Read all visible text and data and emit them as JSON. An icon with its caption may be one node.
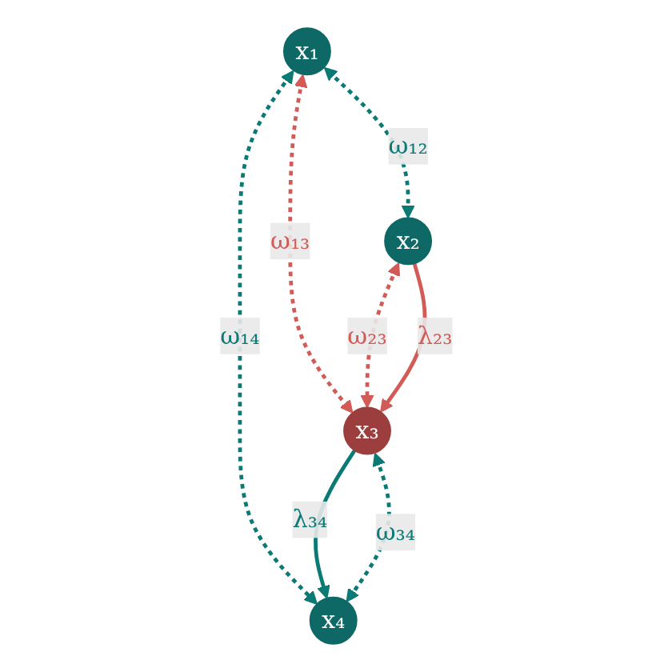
{
  "diagram": {
    "nodes": [
      {
        "text": [
          "x₁"
        ]
      },
      {
        "text": [
          "x₂"
        ]
      },
      {
        "text": [
          "x₃"
        ]
      },
      {
        "text": [
          "x₄"
        ]
      }
    ],
    "edges": [
      {
        "from": 0,
        "to": 1,
        "arrow": "both",
        "label": "ω₁₂",
        "style": "dashed"
      },
      {
        "from": 0,
        "to": 2,
        "arrow": "both",
        "label": "ω₁₃",
        "style": "dashed",
        "color": "#d25b57"
      },
      {
        "from": 1,
        "to": 2,
        "arrow": "both",
        "label": "ω₂₃",
        "style": "dashed",
        "color": "#d25b57"
      },
      {
        "from": 1,
        "to": 2,
        "arrow": "to",
        "label": "λ₂₃",
        "color": "#d25b57"
      },
      {
        "from": 0,
        "to": 3,
        "arrow": "both",
        "label": "ω₁₄",
        "style": "dashed"
      },
      {
        "from": 2,
        "to": 3,
        "arrow": "to",
        "label": "λ₃₄"
      },
      {
        "from": 2,
        "to": 3,
        "arrow": "both",
        "label": "ω₃₄",
        "style": "dashed"
      }
    ]
  }
}
